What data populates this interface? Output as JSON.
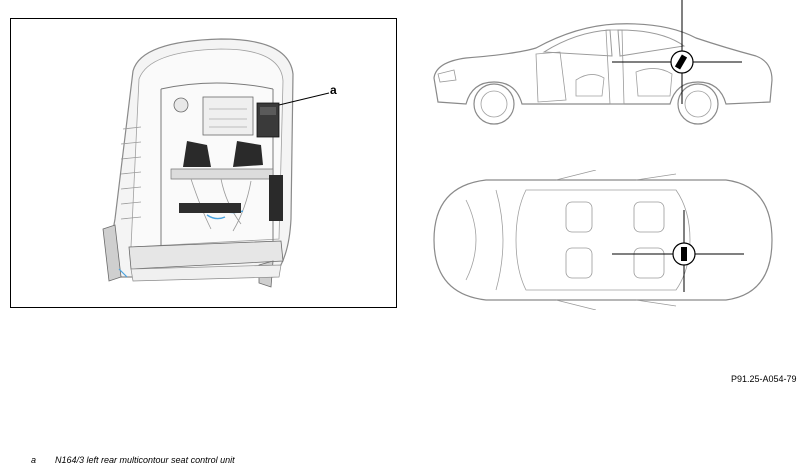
{
  "callout": {
    "label": "a"
  },
  "figure_ref": "P91.25-A054-79",
  "legend": [
    {
      "letter": "a",
      "text": "N164/3 left rear multicontour seat control unit"
    }
  ],
  "colors": {
    "line": "#000000",
    "outline": "#9a9a9a",
    "highlight": "#4aa3df"
  }
}
